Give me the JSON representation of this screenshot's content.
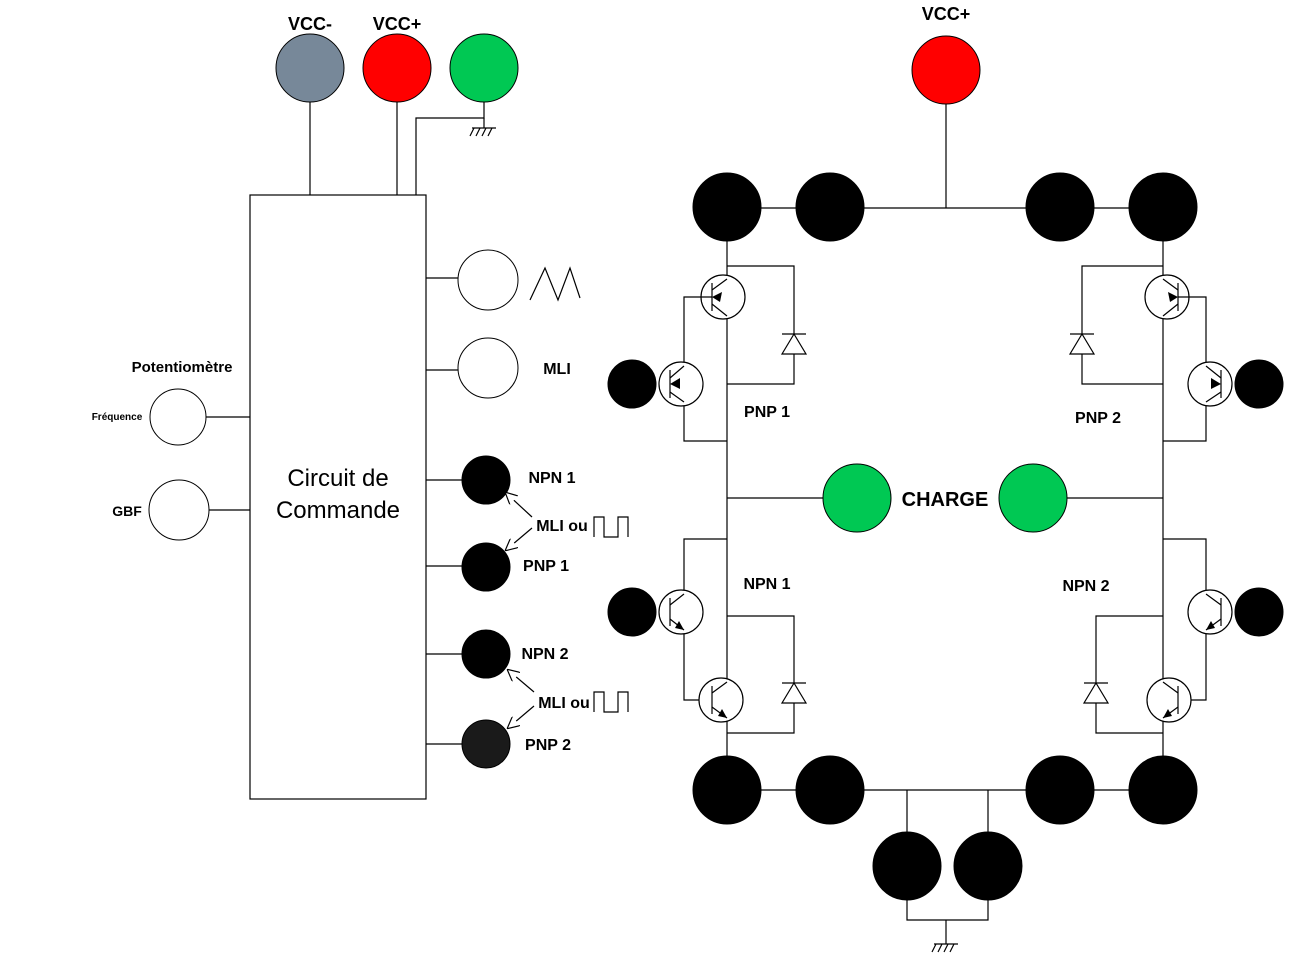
{
  "labels": {
    "vcc_minus": "VCC-",
    "vcc_plus_left": "VCC+",
    "vcc_plus_right": "VCC+",
    "block_line1": "Circuit de",
    "block_line2": "Commande",
    "potentiometre": "Potentiomètre",
    "frequence": "Fréquence",
    "gbf": "GBF",
    "mli_out": "MLI",
    "npn1_out": "NPN 1",
    "pnp1_out": "PNP 1",
    "npn2_out": "NPN 2",
    "pnp2_out": "PNP 2",
    "mli_ou_1": "MLI ou",
    "mli_ou_2": "MLI ou",
    "bridge_pnp1": "PNP 1",
    "bridge_pnp2": "PNP 2",
    "bridge_npn1": "NPN 1",
    "bridge_npn2": "NPN 2",
    "charge": "CHARGE"
  },
  "colors": {
    "vcc_minus": "#778899",
    "vcc_plus": "#ff0000",
    "ground_terminal": "#00c853",
    "charge_terminal": "#00c853",
    "terminal_dark": "#000000",
    "pnp2_terminal": "#1a1a1a",
    "empty_terminal": "#ffffff"
  },
  "icons": {
    "ground": "ground-icon",
    "triangle_wave": "triangle-wave-icon",
    "square_wave": "square-wave-icon",
    "diode": "diode-icon",
    "transistor": "transistor-icon"
  }
}
